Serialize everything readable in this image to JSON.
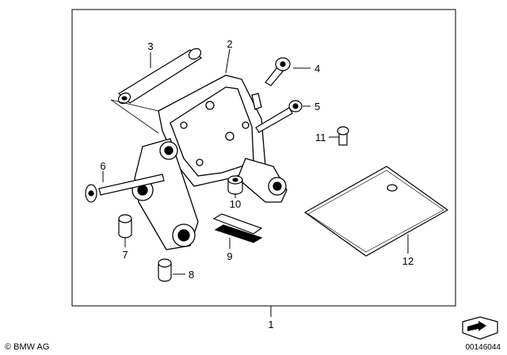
{
  "callouts": {
    "c1": "1",
    "c2": "2",
    "c3": "3",
    "c4": "4",
    "c5": "5",
    "c6": "6",
    "c7": "7",
    "c8": "8",
    "c9": "9",
    "c10": "10",
    "c11": "11",
    "c12": "12"
  },
  "footer": {
    "copyright": "© BMW AG",
    "image_number": "00146044"
  },
  "icons": {
    "catalog_icon": "parts-catalog-arrow-icon"
  }
}
